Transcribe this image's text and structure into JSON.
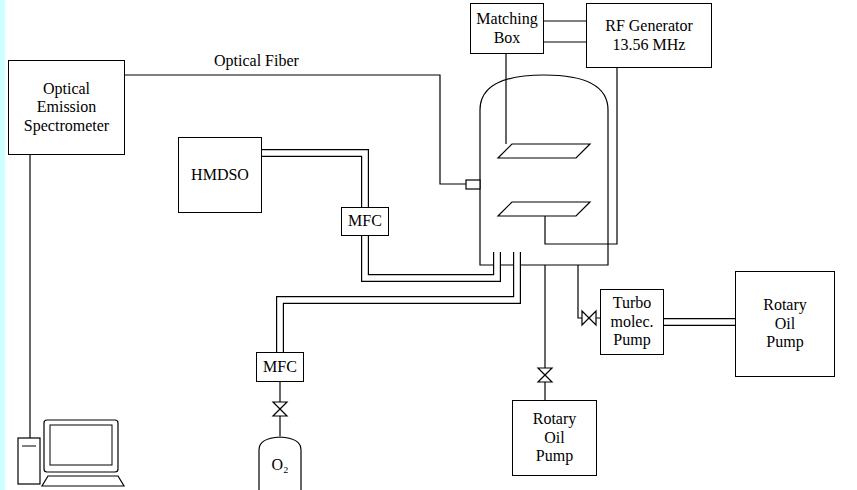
{
  "diagram": {
    "nodes": [
      {
        "text": [
          "Optical Emission Spectrometer"
        ]
      },
      {
        "text": [
          "HMDSO"
        ]
      },
      {
        "text": [
          "MFC"
        ]
      },
      {
        "text": [
          "Matching Box"
        ]
      },
      {
        "text": [
          "RF Generator 13.56 MHz"
        ]
      },
      {
        "text": [
          "MFC"
        ]
      },
      {
        "text": [
          "O₂"
        ]
      },
      {
        "text": [
          "Turbo molec. Pump"
        ]
      },
      {
        "text": [
          "Rotary Oil Pump"
        ]
      },
      {
        "text": [
          "Rotary Oil Pump"
        ]
      }
    ],
    "edges": [
      {
        "from": 1,
        "to": 2,
        "arrow": "none"
      },
      {
        "from": 3,
        "to": 4,
        "arrow": "none"
      },
      {
        "from": 7,
        "to": 8,
        "arrow": "none"
      },
      {
        "from": 6,
        "to": 5,
        "arrow": "none"
      }
    ],
    "labels": [
      "Optical Fiber"
    ]
  }
}
